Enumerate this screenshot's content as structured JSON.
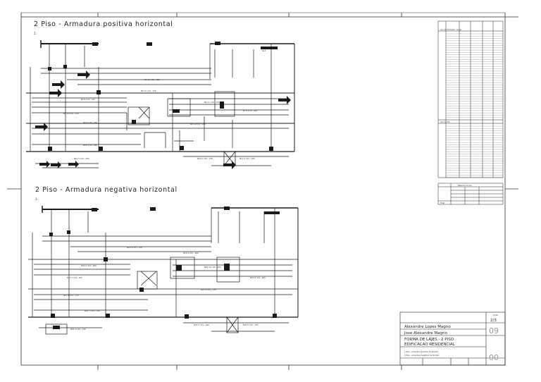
{
  "sheet": {
    "title_top": "2 Piso  -  Armadura positiva horizontal",
    "title_bottom": "2 Piso  -  Armadura negativa horizontal",
    "scale_mark_top": "1:",
    "scale_mark_bottom": "1:",
    "table_top_header": "Aco CA 50 Diam. Comp.",
    "table_bottom_header": "Aco CA 50",
    "summary_header": "Resumo do aco",
    "summary_total": "Total"
  },
  "title_block": {
    "top_right_small": "Folha",
    "top_right_number": "2/3",
    "mid_right_number": "09",
    "bottom_right_number": "00",
    "author_line_1": "Alexandre Lopes Magno",
    "author_line_2": "Jose Alexandre Magno",
    "project_line_1": "FORMA DE LAJES - 2 PISO",
    "project_line_2": "EDIFICACAO RESIDENCIAL",
    "note_line_1": "1 Piso - armadura positiva horizontal",
    "note_line_2": "2 Piso - armadura negativa horizontal"
  },
  "colors": {
    "line": "#1a1a1a",
    "gray": "#8a8a8a",
    "background": "#ffffff"
  }
}
